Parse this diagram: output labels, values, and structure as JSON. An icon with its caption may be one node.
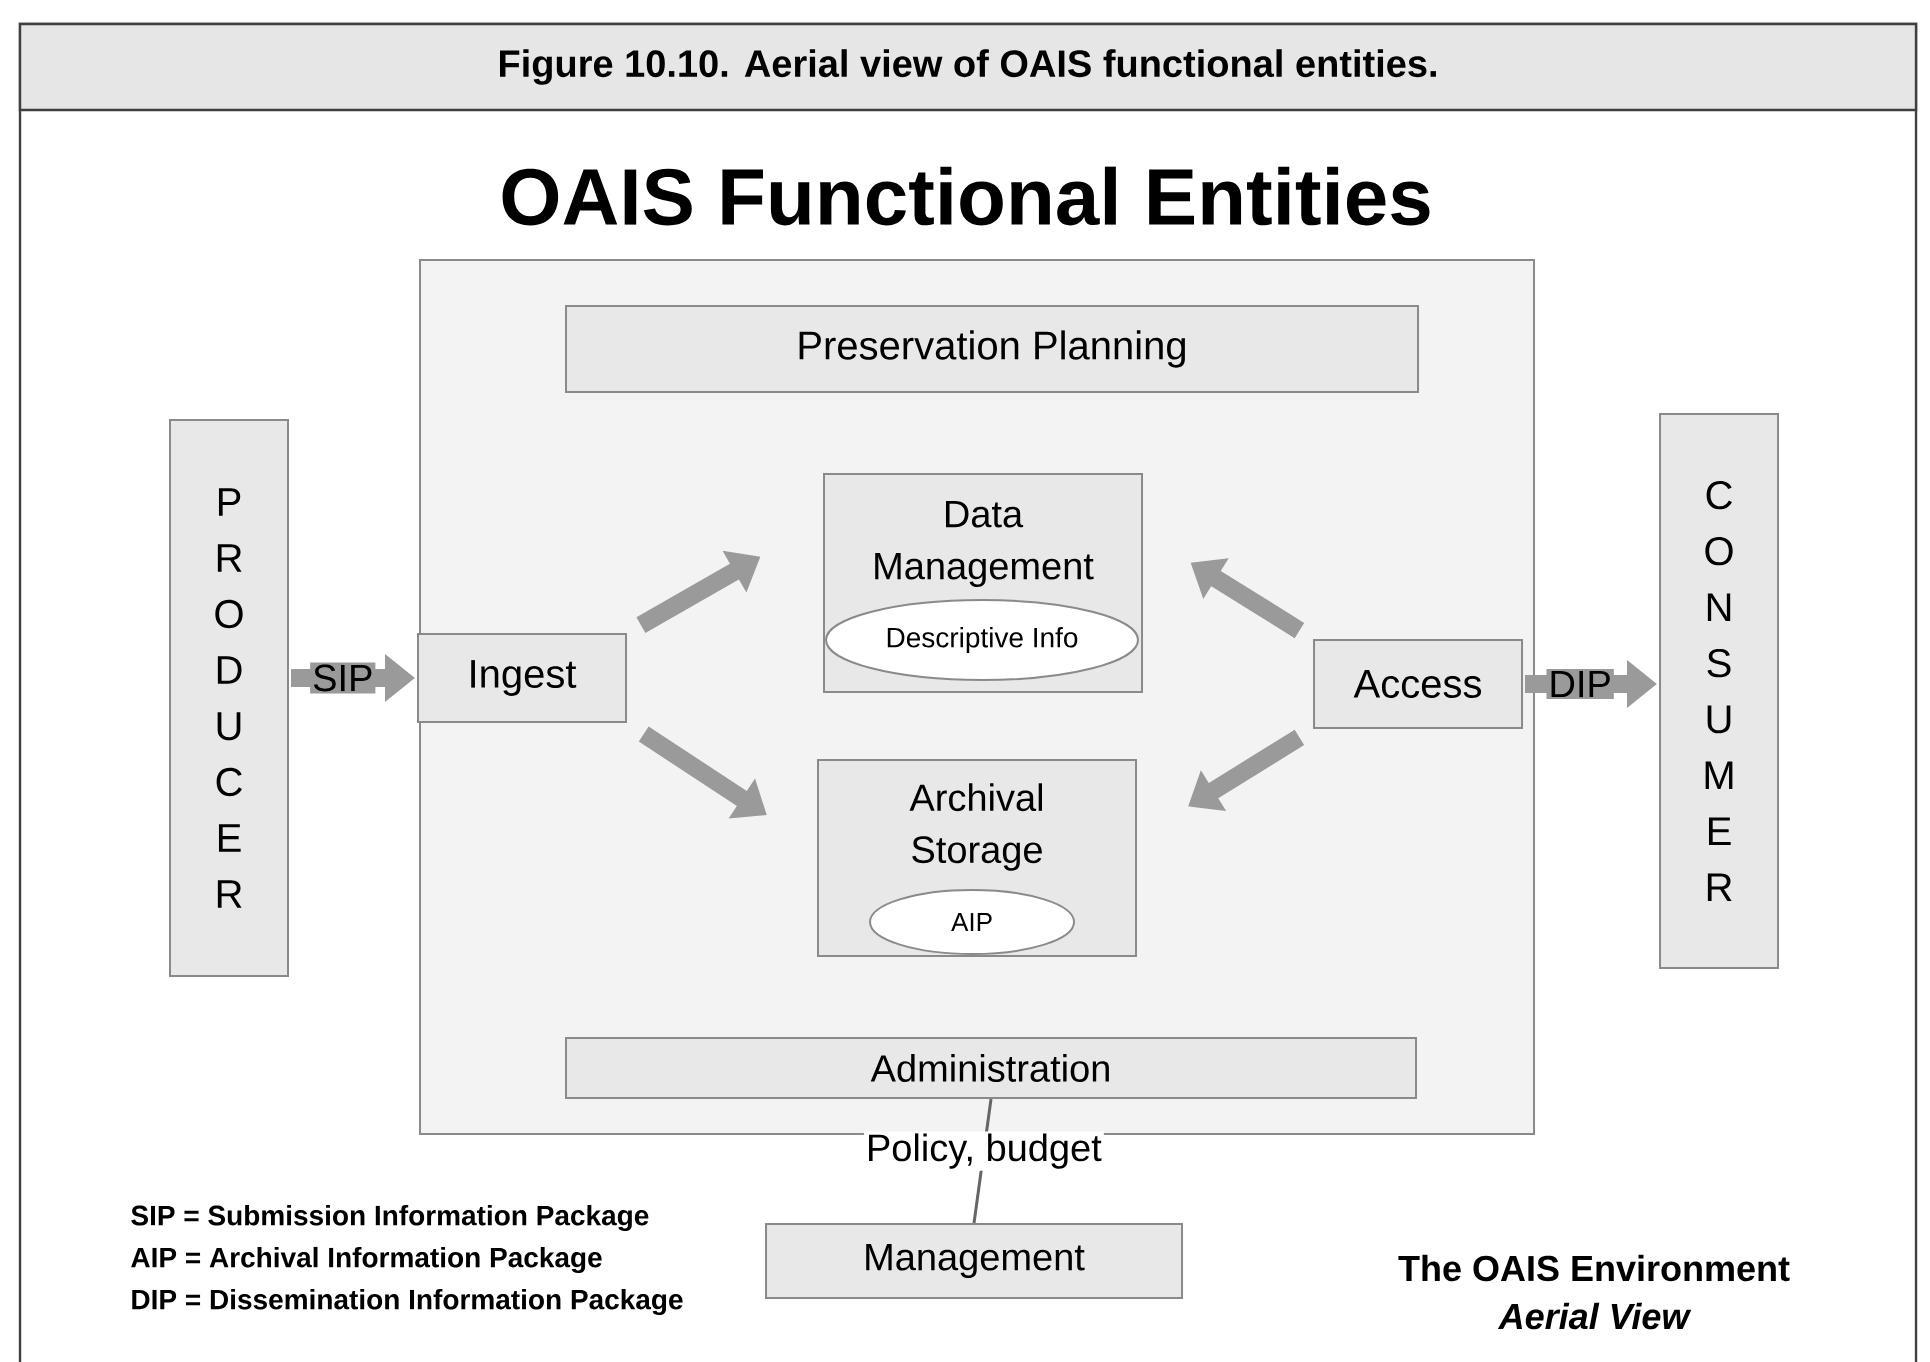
{
  "diagram": {
    "caption": "Figure 10.10. Aerial view of OAIS functional entities.",
    "title": "OAIS Functional Entities",
    "nodes": [
      {
        "text": [],
        "shape": "box"
      },
      {
        "text": [
          "PRODUCER"
        ]
      },
      {
        "text": [
          "Ingest"
        ],
        "in": 0
      },
      {
        "text": [
          "Preservation Planning"
        ],
        "in": 0
      },
      {
        "text": [
          "Data Management"
        ],
        "in": 0
      },
      {
        "text": [
          "Descriptive Info"
        ],
        "in": 4
      },
      {
        "text": [
          "Archival Storage"
        ],
        "in": 0
      },
      {
        "text": [
          "AIP"
        ],
        "in": 6
      },
      {
        "text": [
          "Access"
        ],
        "in": 0
      },
      {
        "text": [
          "CONSUMER"
        ]
      },
      {
        "text": [
          "Administration"
        ],
        "in": 0
      },
      {
        "text": [
          "Management"
        ]
      }
    ],
    "edges": [
      {
        "from": 1,
        "to": 2,
        "arrow": "to",
        "label": "SIP"
      },
      {
        "from": 2,
        "to": 4,
        "arrow": "to"
      },
      {
        "from": 2,
        "to": 6,
        "arrow": "to"
      },
      {
        "from": 8,
        "to": 4,
        "arrow": "to"
      },
      {
        "from": 8,
        "to": 6,
        "arrow": "to"
      },
      {
        "from": 8,
        "to": 9,
        "arrow": "to",
        "label": "DIP"
      },
      {
        "from": 10,
        "to": 11,
        "arrow": "none",
        "label": "Policy, budget"
      }
    ],
    "labels": [
      "SIP = Submission Information Package",
      "AIP = Archival Information Package",
      "DIP = Dissemination Information Package",
      "The OAIS Environment",
      "Aerial View"
    ]
  }
}
